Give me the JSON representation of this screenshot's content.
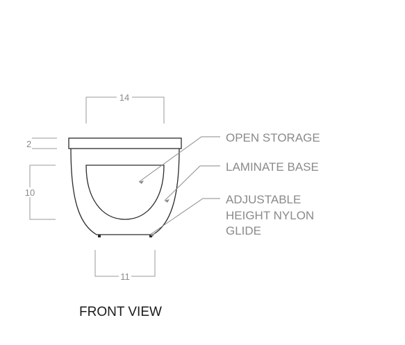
{
  "dimensions": {
    "top_width": "14",
    "top_thickness": "2",
    "body_height": "10",
    "base_width": "11"
  },
  "callouts": {
    "open_storage": "OPEN STORAGE",
    "laminate_base": "LAMINATE BASE",
    "glide_line1": "ADJUSTABLE",
    "glide_line2": "HEIGHT NYLON",
    "glide_line3": "GLIDE"
  },
  "view_title": "FRONT VIEW",
  "colors": {
    "outline": "#2a2a2a",
    "dimension": "#9a9a9a",
    "label": "#8a8a8a"
  }
}
